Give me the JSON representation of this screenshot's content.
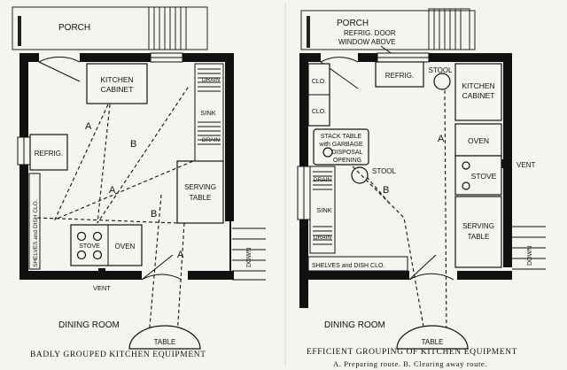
{
  "left_plan": {
    "porch": "PORCH",
    "kitchen_cabinet_line1": "KITCHEN",
    "kitchen_cabinet_line2": "CABINET",
    "refrig": "REFRIG.",
    "drain_top": "DRAIN",
    "sink": "SINK",
    "drain_bottom": "DRAIN",
    "serving_line1": "SERVING",
    "serving_line2": "TABLE",
    "shelves": "SHELVES and DISH CLO.",
    "stove": "STOVE",
    "oven": "OVEN",
    "vent": "VENT",
    "down": "DOWN",
    "dining_room": "DINING ROOM",
    "table": "TABLE",
    "route_a": "A",
    "route_b": "B",
    "caption": "BADLY GROUPED KITCHEN EQUIPMENT"
  },
  "right_plan": {
    "porch": "PORCH",
    "refrig_door_line1": "REFRIG. DOOR",
    "refrig_door_line2": "WINDOW ABOVE",
    "refrig": "REFRIG.",
    "stool_top": "STOOL",
    "clo1": "CLO.",
    "clo2": "CLO.",
    "kitchen_cabinet_line1": "KITCHEN",
    "kitchen_cabinet_line2": "CABINET",
    "stack_line1": "STACK TABLE",
    "stack_line2": "with GARBAGE",
    "stack_line3": "DISPOSAL",
    "stack_line4": "OPENING",
    "stool_mid": "STOOL",
    "oven": "OVEN",
    "stove": "STOVE",
    "vent": "VENT",
    "drain_top": "DRAIN",
    "sink": "SINK",
    "drain_bottom": "DRAIN",
    "serving_line1": "SERVING",
    "serving_line2": "TABLE",
    "shelves": "SHELVES and DISH CLO.",
    "down": "DOWN",
    "dining_room": "DINING ROOM",
    "table": "TABLE",
    "route_a": "A",
    "route_b": "B",
    "caption": "EFFICIENT GROUPING OF KITCHEN EQUIPMENT",
    "legend": "A. Preparing route.  B. Clearing away route."
  }
}
